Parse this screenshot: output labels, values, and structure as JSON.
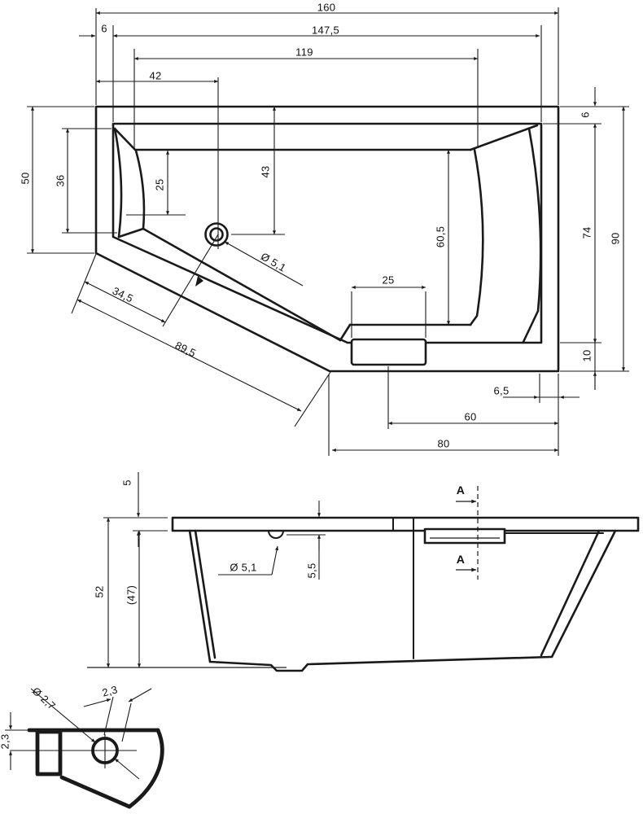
{
  "palette": {
    "background": "#ffffff",
    "ink": "#1a1a1a"
  },
  "views": {
    "top": {
      "labels": {
        "overall_length": "160",
        "rim_offset_left": "6",
        "inner_length": "147,5",
        "basin_length": "119",
        "drain_offset_x": "42",
        "left_width": "50",
        "left_inner_width": "36",
        "headrest_depth": "25",
        "drain_offset_y": "43",
        "drain_diameter": "Ø 5,1",
        "basin_width": "60,5",
        "rim_offset_right": "6",
        "inner_width": "74",
        "overall_width": "90",
        "rim_offset_bottom": "10",
        "grip_length": "25",
        "diag_drain_dist": "34,5",
        "diag_edge_length": "89,5",
        "corner_offset": "6,5",
        "grip_center_dist": "60",
        "bottom_edge_length": "80"
      }
    },
    "side": {
      "labels": {
        "rim_height": "5",
        "overall_height": "52",
        "inner_height": "(47)",
        "drain_hole": "Ø 5,1",
        "drain_depth": "5,5",
        "section_label_top": "A",
        "section_label_bottom": "A"
      }
    },
    "detail": {
      "labels": {
        "hole_diameter": "Ø 2,7",
        "wall_top": "2,3",
        "wall_left": "2,3"
      }
    }
  }
}
